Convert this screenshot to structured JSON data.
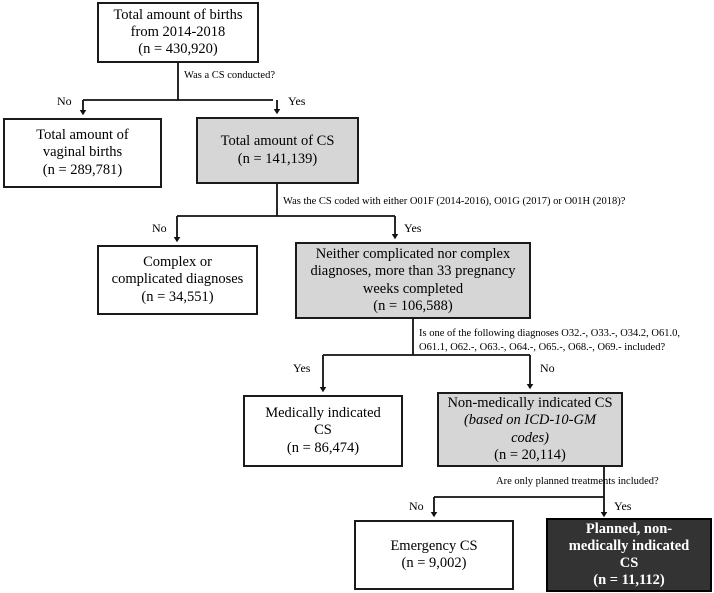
{
  "diagram": {
    "type": "flowchart",
    "title_text_present": false,
    "colors": {
      "box_white": "#ffffff",
      "box_gray": "#d6d6d6",
      "box_dark": "#333333",
      "border": "#1a1a1a",
      "text": "#000000",
      "text_inverse": "#ffffff"
    },
    "nodes": [
      {
        "id": "total-births",
        "fill": "white",
        "lines": [
          "Total amount of",
          "from 2014-2018",
          "(n = 430,920)"
        ]
      },
      {
        "id": "vaginal-births",
        "fill": "white",
        "lines": [
          "Total amount of",
          "vaginal births",
          "(n = 289,781)"
        ]
      },
      {
        "id": "total-cs",
        "fill": "gray",
        "lines": [
          "Total amount of CS",
          "(n = 141,139)"
        ]
      },
      {
        "id": "complex-diagnoses",
        "fill": "white",
        "lines": [
          "Complex or",
          "complicated diagnoses",
          "(n = 34,551)"
        ]
      },
      {
        "id": "neither-complicated",
        "fill": "gray",
        "lines": [
          "Neither complicated nor complex",
          "diagnoses, more than 33 pregnancy",
          "weeks completed",
          "(n = 106,588)"
        ]
      },
      {
        "id": "medically-indicated-cs",
        "fill": "white",
        "lines": [
          "Medically indicated",
          "CS",
          "(n = 86,474)"
        ]
      },
      {
        "id": "non-medically-indicated-cs",
        "fill": "gray",
        "lines": [
          "Non-medically indicated CS",
          "(based on ICD-10-GM",
          "codes)",
          "(n = 20,114)"
        ]
      },
      {
        "id": "emergency-cs",
        "fill": "white",
        "lines": [
          "Emergency CS",
          "(n = 9,002)"
        ]
      },
      {
        "id": "planned-non-medically-indicated-cs",
        "fill": "dark",
        "lines": [
          "Planned, non-",
          "medically indicated",
          "CS",
          "(n = 11,112)"
        ]
      }
    ],
    "questions": [
      {
        "id": "q1",
        "text": "Was a CS conducted?"
      },
      {
        "id": "q2",
        "text": "Was the CS coded with either O01F (2014-2016), O01G (2017) or O01H (2018)?"
      },
      {
        "id": "q3a",
        "text": "Is one of the following diagnoses O32.-, O33.-, O34.2, O61.0,"
      },
      {
        "id": "q3b",
        "text": "O61.1, O62.-, O63.-, O64.-, O65.-, O68.-, O69.- included?"
      },
      {
        "id": "q4",
        "text": "Are only planned treatments included?"
      }
    ],
    "branch_labels": [
      {
        "id": "b1-no",
        "text": "No"
      },
      {
        "id": "b1-yes",
        "text": "Yes"
      },
      {
        "id": "b2-no",
        "text": "No"
      },
      {
        "id": "b2-yes",
        "text": "Yes"
      },
      {
        "id": "b3-yes",
        "text": "Yes"
      },
      {
        "id": "b3-no",
        "text": "No"
      },
      {
        "id": "b4-no",
        "text": "No"
      },
      {
        "id": "b4-yes",
        "text": "Yes"
      }
    ]
  },
  "node_text": {
    "total_births": {
      "l1": "Total amount of births",
      "l2": "from 2014-2018",
      "l3": "(n = 430,920)"
    },
    "vaginal_births": {
      "l1": "Total amount of",
      "l2": "vaginal births",
      "l3": "(n = 289,781)"
    },
    "total_cs": {
      "l1": "Total amount of CS",
      "l2": "(n = 141,139)"
    },
    "complex_diagnoses": {
      "l1": "Complex or",
      "l2": "complicated diagnoses",
      "l3": "(n = 34,551)"
    },
    "neither_complicated": {
      "l1": "Neither complicated nor complex",
      "l2": "diagnoses, more than 33 pregnancy",
      "l3": "weeks completed",
      "l4": "(n = 106,588)"
    },
    "medically_indicated_cs": {
      "l1": "Medically indicated",
      "l2": "CS",
      "l3": "(n = 86,474)"
    },
    "non_medically_indicated_cs": {
      "l1": "Non-medically indicated CS",
      "l2": "(based on ICD-10-GM",
      "l3": "codes)",
      "l4": "(n = 20,114)"
    },
    "emergency_cs": {
      "l1": "Emergency CS",
      "l2": "(n = 9,002)"
    },
    "planned_non_medically_indicated_cs": {
      "l1": "Planned, non-",
      "l2": "medically indicated",
      "l3": "CS",
      "l4": "(n = 11,112)"
    }
  },
  "questions": {
    "q1": "Was a CS conducted?",
    "q2": "Was the CS coded with either O01F (2014-2016), O01G (2017) or O01H (2018)?",
    "q3_line1": "Is one of the following diagnoses O32.-, O33.-, O34.2, O61.0,",
    "q3_line2": "O61.1, O62.-, O63.-, O64.-, O65.-, O68.-, O69.- included?",
    "q4": "Are only planned treatments included?"
  },
  "branches": {
    "b1_no": "No",
    "b1_yes": "Yes",
    "b2_no": "No",
    "b2_yes": "Yes",
    "b3_yes": "Yes",
    "b3_no": "No",
    "b4_no": "No",
    "b4_yes": "Yes"
  }
}
